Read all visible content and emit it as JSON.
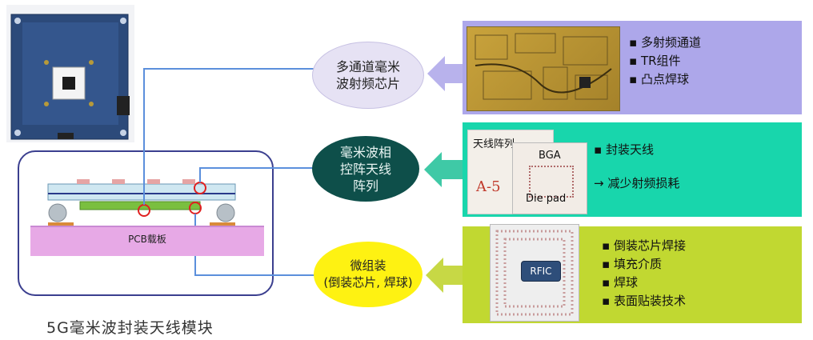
{
  "caption": "5G毫米波封装天线模块",
  "pcb_label": "PCB载板",
  "stages": [
    {
      "oval_lines": [
        "多通道毫米",
        "波射频芯片"
      ],
      "bullets": [
        "多射频通道",
        "TR组件",
        "凸点焊球"
      ]
    },
    {
      "oval_lines": [
        "毫米波相",
        "控阵天线",
        "阵列"
      ],
      "bullets": [
        "封装天线"
      ],
      "arrow_note": "减少射频损耗",
      "photo_labels": {
        "array": "天线阵列",
        "bga": "BGA",
        "die_pad": "Die pad",
        "mark": "A-5"
      }
    },
    {
      "oval_lines": [
        "微组装",
        "(倒装芯片, 焊球)"
      ],
      "bullets": [
        "倒装芯片焊接",
        "填充介质",
        "焊球",
        "表面贴装技术"
      ],
      "chip_label": "RFIC"
    }
  ],
  "colors": {
    "panel1": "#ada7ea",
    "panel2": "#18d6ac",
    "panel3": "#c1d831",
    "oval2": "#0e4f4a",
    "oval3": "#fef212",
    "connector": "#5b8fdc",
    "highlight": "#e02020"
  }
}
